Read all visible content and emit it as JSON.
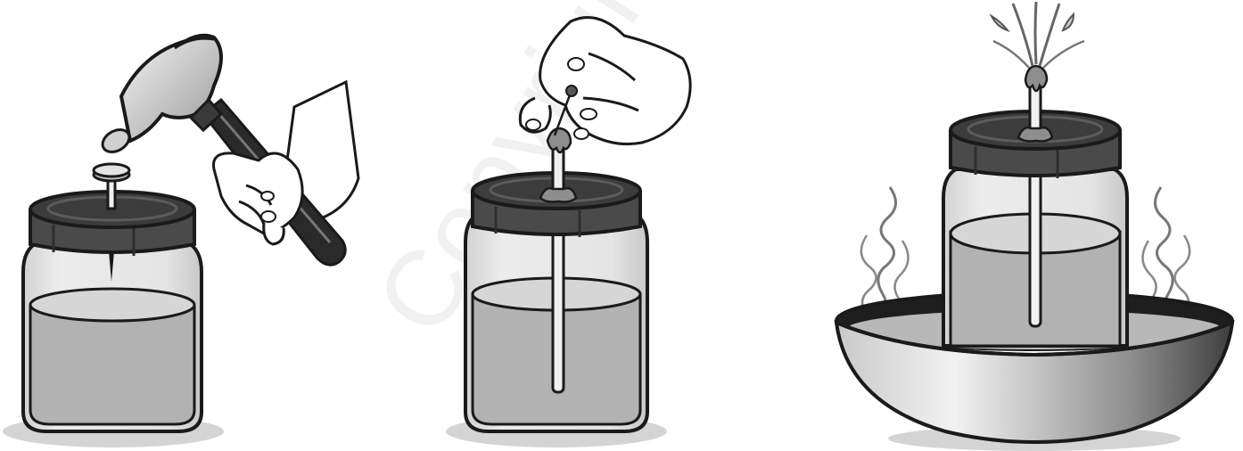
{
  "watermark": {
    "text": "Copyright"
  },
  "colors": {
    "outline": "#1a1a1a",
    "shadow": "#d4d4d4",
    "jar_glass": "#e0e0e0",
    "liquid_surface": "#d6d6d6",
    "liquid": "#b2b2b2",
    "lid_top": "#3c3c3c",
    "lid_side": "#4a4a4a",
    "metal_light": "#e8e8e8",
    "metal_dark": "#6a6a6a",
    "hammer_handle": "#2a2a2a",
    "wax": "#8e8e8e",
    "steam": "#777777",
    "bowl_water": "#b8b8b8"
  },
  "panels": [
    {
      "name": "panel-hammer-nail",
      "description_visible": false
    },
    {
      "name": "panel-straw-wax",
      "description_visible": false
    },
    {
      "name": "panel-fountain",
      "description_visible": false
    }
  ]
}
